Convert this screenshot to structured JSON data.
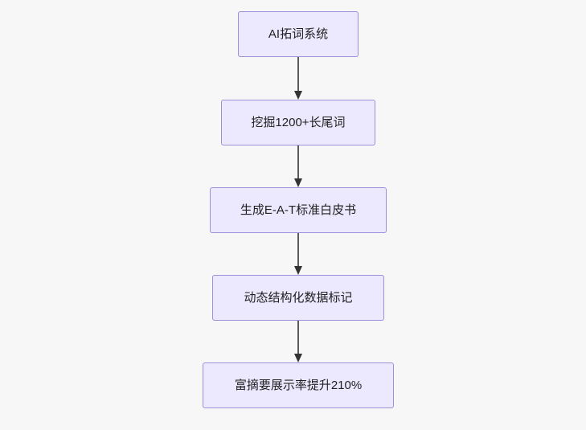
{
  "diagram": {
    "type": "flowchart",
    "direction": "top-to-bottom",
    "background_color": "#f7f7f7",
    "node_fill": "#ECE8FD",
    "node_border": "#9E8FD8",
    "edge_color": "#333333",
    "nodes": [
      {
        "id": "n1",
        "label": "AI拓词系统"
      },
      {
        "id": "n2",
        "label": "挖掘1200+长尾词"
      },
      {
        "id": "n3",
        "label": "生成E-A-T标准白皮书"
      },
      {
        "id": "n4",
        "label": "动态结构化数据标记"
      },
      {
        "id": "n5",
        "label": "富摘要展示率提升210%"
      }
    ],
    "edges": [
      {
        "from": "n1",
        "to": "n2"
      },
      {
        "from": "n2",
        "to": "n3"
      },
      {
        "from": "n3",
        "to": "n4"
      },
      {
        "from": "n4",
        "to": "n5"
      }
    ]
  }
}
